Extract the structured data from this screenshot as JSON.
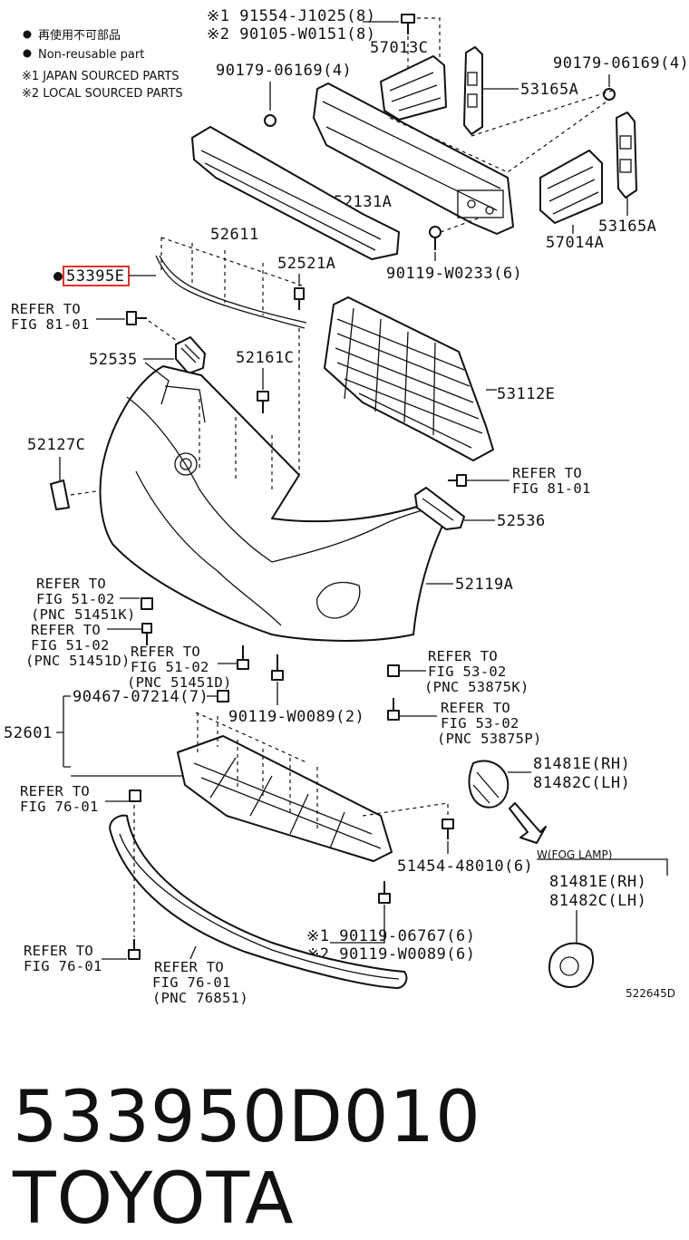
{
  "legend": {
    "jp": "再使用不可部品",
    "en": "Non-reusable part",
    "note1": "※1 JAPAN SOURCED PARTS",
    "note2": "※2 LOCAL SOURCED PARTS"
  },
  "parts": {
    "p91554": "※1 91554-J1025(8)",
    "p90105": "※2 90105-W0151(8)",
    "p57013c": "57013C",
    "p90179a": "90179-06169(4)",
    "p90179b": "90179-06169(4)",
    "p53165a_top": "53165A",
    "p52131a": "52131A",
    "p53165a_bot": "53165A",
    "p57014a": "57014A",
    "p52611": "52611",
    "p52521a": "52521A",
    "p90119_w0233": "90119-W0233(6)",
    "p53395e": "53395E",
    "p52535": "52535",
    "p52161c": "52161C",
    "p53112e": "53112E",
    "p52127c": "52127C",
    "p52536": "52536",
    "p52119a": "52119A",
    "p90467": "90467-07214(7)",
    "p90119_w0089_2": "90119-W0089(2)",
    "p52601": "52601",
    "p81481e_a": "81481E(RH)",
    "p81482c_a": "81482C(LH)",
    "p51454": "51454-48010(6)",
    "fog_lamp": "W(FOG LAMP)",
    "p81481e_b": "81481E(RH)",
    "p81482c_b": "81482C(LH)",
    "p90119_06767": "※1 90119-06767(6)",
    "p90119_w0089_6": "※2 90119-W0089(6)",
    "diagram_code": "522645D"
  },
  "refs": {
    "r1_a": "REFER TO",
    "r1_b": "FIG 81-01",
    "r2_a": "REFER TO",
    "r2_b": "FIG 81-01",
    "r3_a": "REFER TO",
    "r3_b": "FIG 51-02",
    "r3_c": "(PNC 51451K)",
    "r4_a": "REFER TO",
    "r4_b": "FIG 51-02",
    "r4_c": "(PNC 51451D)",
    "r5_a": "REFER TO",
    "r5_b": "FIG 51-02",
    "r5_c": "(PNC 51451D)",
    "r6_a": "REFER TO",
    "r6_b": "FIG 53-02",
    "r6_c": "(PNC 53875K)",
    "r7_a": "REFER TO",
    "r7_b": "FIG 53-02",
    "r7_c": "(PNC 53875P)",
    "r8_a": "REFER TO",
    "r8_b": "FIG 76-01",
    "r9_a": "REFER TO",
    "r9_b": "FIG 76-01",
    "r10_a": "REFER TO",
    "r10_b": "FIG 76-01",
    "r10_c": "(PNC 76851)"
  },
  "footer": {
    "part_number": "533950D010",
    "brand": "TOYOTA"
  },
  "colors": {
    "highlight": "#e0342b",
    "line": "#111111"
  }
}
